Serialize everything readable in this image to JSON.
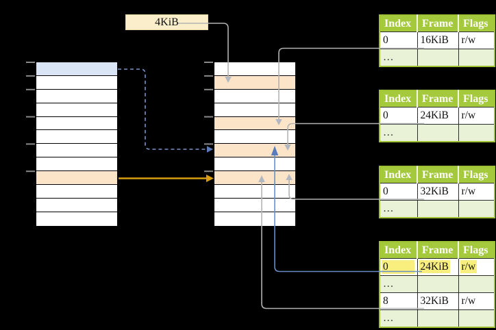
{
  "frame_size_label": "4KiB",
  "colors": {
    "background": "#000000",
    "row_blue": "#d9e4f5",
    "row_orange": "#fce4c9",
    "label_cream": "#fbeecb",
    "highlight_yellow": "#f8ef7e",
    "table_header_green": "#a4c93c",
    "table_border_green": "#9ec135",
    "table_alt_green": "#e9f1d6",
    "cell_border": "#2b2b2b",
    "line_gray": "#b3b3b3",
    "arrowhead_gray": "#b2b8c2",
    "line_blue": "#6a8dc4",
    "dash_blue": "#7a94c9",
    "arrowhead_blue": "#5b7cbb",
    "gold": "#d69d0d",
    "tick_gray": "#8a8a8a"
  },
  "virtual_memory": {
    "rows": 12,
    "row_highlights": {
      "0": "blue",
      "8": "orange"
    },
    "tick_rows": [
      0,
      1,
      2,
      4,
      6,
      8
    ]
  },
  "physical_memory": {
    "rows": 12,
    "row_highlights": {
      "1": "orange",
      "4": "orange",
      "6": "orange",
      "8": "orange"
    },
    "tick_rows": [
      0,
      1,
      2,
      4,
      6,
      8
    ]
  },
  "page_tables": [
    {
      "name": "page-table-1",
      "headers": [
        "Index",
        "Frame",
        "Flags"
      ],
      "rows": [
        {
          "cells": [
            "0",
            "16KiB",
            "r/w"
          ]
        },
        {
          "cells": [
            "…",
            "",
            ""
          ],
          "ellipsis": true
        }
      ]
    },
    {
      "name": "page-table-2",
      "headers": [
        "Index",
        "Frame",
        "Flags"
      ],
      "rows": [
        {
          "cells": [
            "0",
            "24KiB",
            "r/w"
          ]
        },
        {
          "cells": [
            "…",
            "",
            ""
          ],
          "ellipsis": true
        }
      ]
    },
    {
      "name": "page-table-3",
      "headers": [
        "Index",
        "Frame",
        "Flags"
      ],
      "rows": [
        {
          "cells": [
            "0",
            "32KiB",
            "r/w"
          ]
        },
        {
          "cells": [
            "…",
            "",
            ""
          ],
          "ellipsis": true
        }
      ]
    },
    {
      "name": "page-table-4",
      "headers": [
        "Index",
        "Frame",
        "Flags"
      ],
      "rows": [
        {
          "cells": [
            "0",
            "24KiB",
            "r/w"
          ],
          "highlight": true
        },
        {
          "cells": [
            "…",
            "",
            ""
          ],
          "ellipsis": true
        },
        {
          "cells": [
            "8",
            "32KiB",
            "r/w"
          ]
        },
        {
          "cells": [
            "…",
            "",
            ""
          ],
          "ellipsis": true
        }
      ]
    }
  ],
  "arrows": [
    {
      "name": "frame-size-pointer",
      "from": "frame-size-label",
      "to": "physical-row-1",
      "style": "solid",
      "color": "#b3b3b3"
    },
    {
      "name": "pt1-frame-pointer",
      "from": "page-table-1-row-0",
      "to": "physical-row-4",
      "style": "solid",
      "color": "#b3b3b3"
    },
    {
      "name": "pt2-frame-pointer",
      "from": "page-table-2-row-0",
      "to": "physical-row-6",
      "style": "solid",
      "color": "#b3b3b3"
    },
    {
      "name": "pt3-frame-pointer",
      "from": "page-table-3-row-0",
      "to": "physical-row-8",
      "style": "solid",
      "color": "#b3b3b3"
    },
    {
      "name": "pt4-highlight-frame-pointer",
      "from": "page-table-4-row-0",
      "to": "physical-row-6",
      "style": "solid",
      "color": "#6a8dc4"
    },
    {
      "name": "pt4-frame-pointer",
      "from": "page-table-4-row-8",
      "to": "physical-row-8",
      "style": "solid",
      "color": "#b3b3b3"
    },
    {
      "name": "virtual-lookup-pointer",
      "from": "virtual-row-0",
      "to": "physical-row-6",
      "style": "dashed",
      "color": "#7a94c9"
    },
    {
      "name": "virtual-mapping-pointer",
      "from": "virtual-row-8",
      "to": "physical-row-8",
      "style": "solid",
      "color": "#d69d0d"
    }
  ]
}
